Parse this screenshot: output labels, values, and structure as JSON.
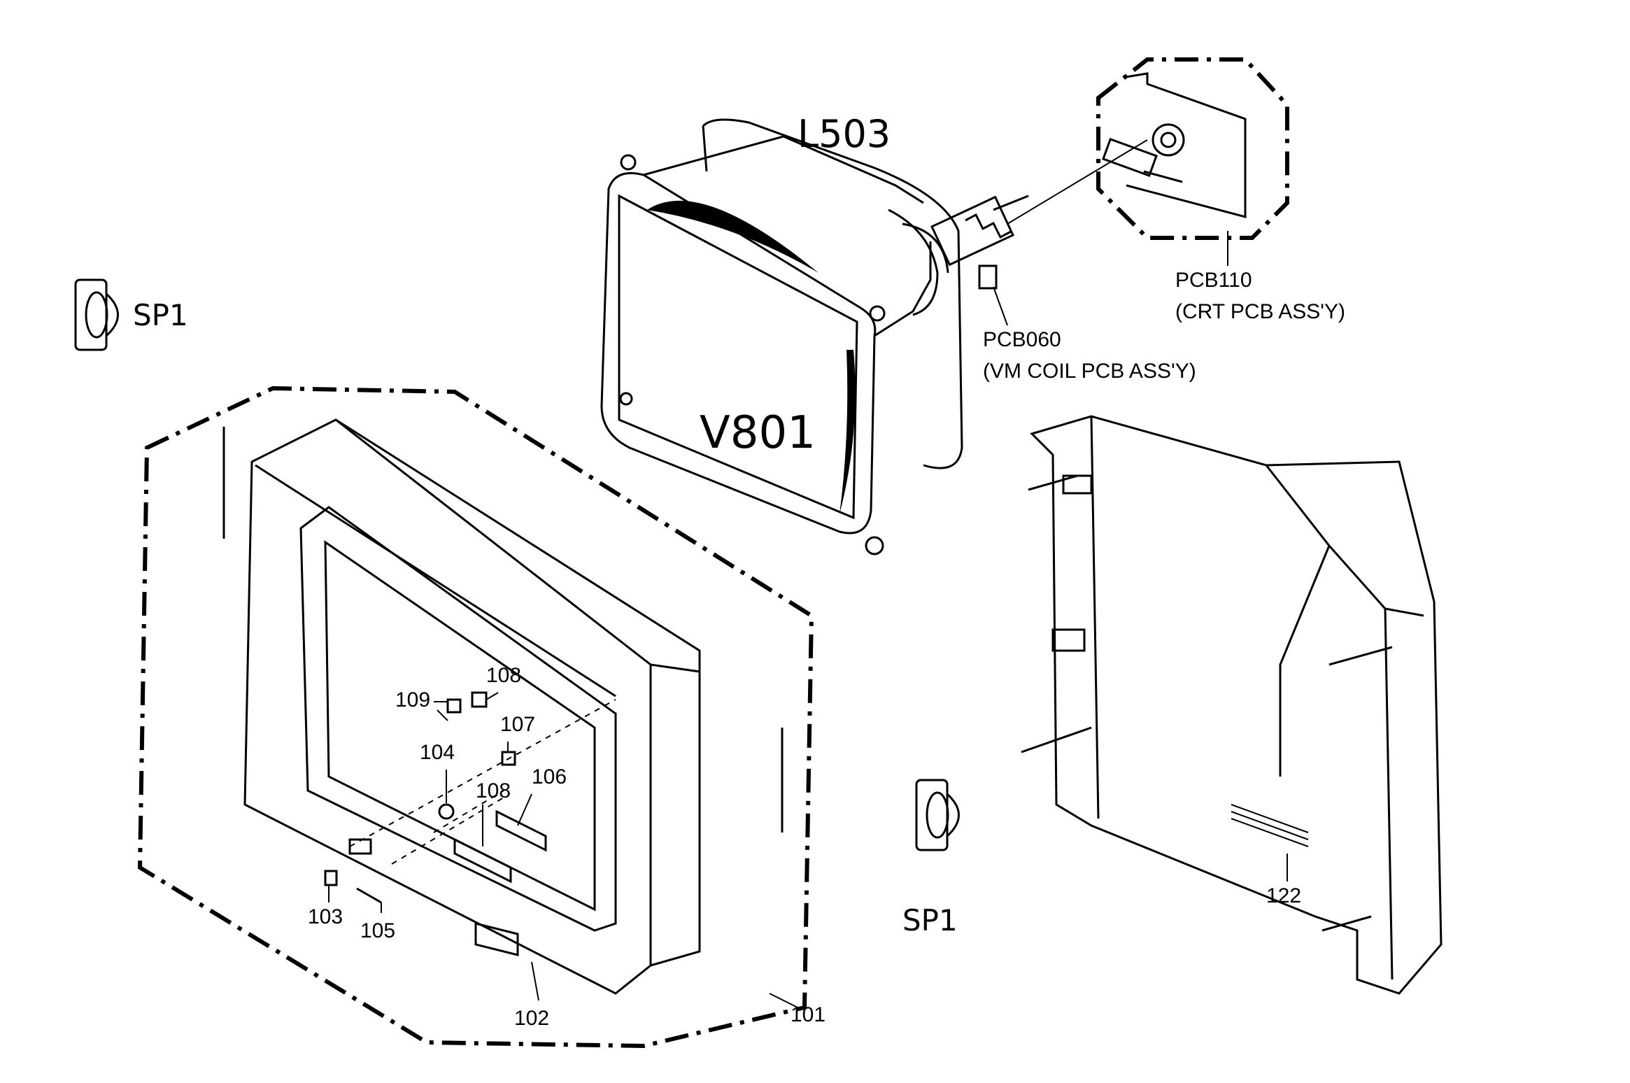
{
  "labels": {
    "l503": "L503",
    "v801": "V801",
    "sp1_left": "SP1",
    "sp1_right": "SP1",
    "pcb110": "PCB110",
    "pcb110_desc": "(CRT PCB ASS'Y)",
    "pcb060": "PCB060",
    "pcb060_desc": "(VM COIL PCB ASS'Y)",
    "p101": "101",
    "p102": "102",
    "p103": "103",
    "p104": "104",
    "p105": "105",
    "p106": "106",
    "p107": "107",
    "p108_top": "108",
    "p108_mid": "108",
    "p109": "109",
    "p122": "122"
  }
}
